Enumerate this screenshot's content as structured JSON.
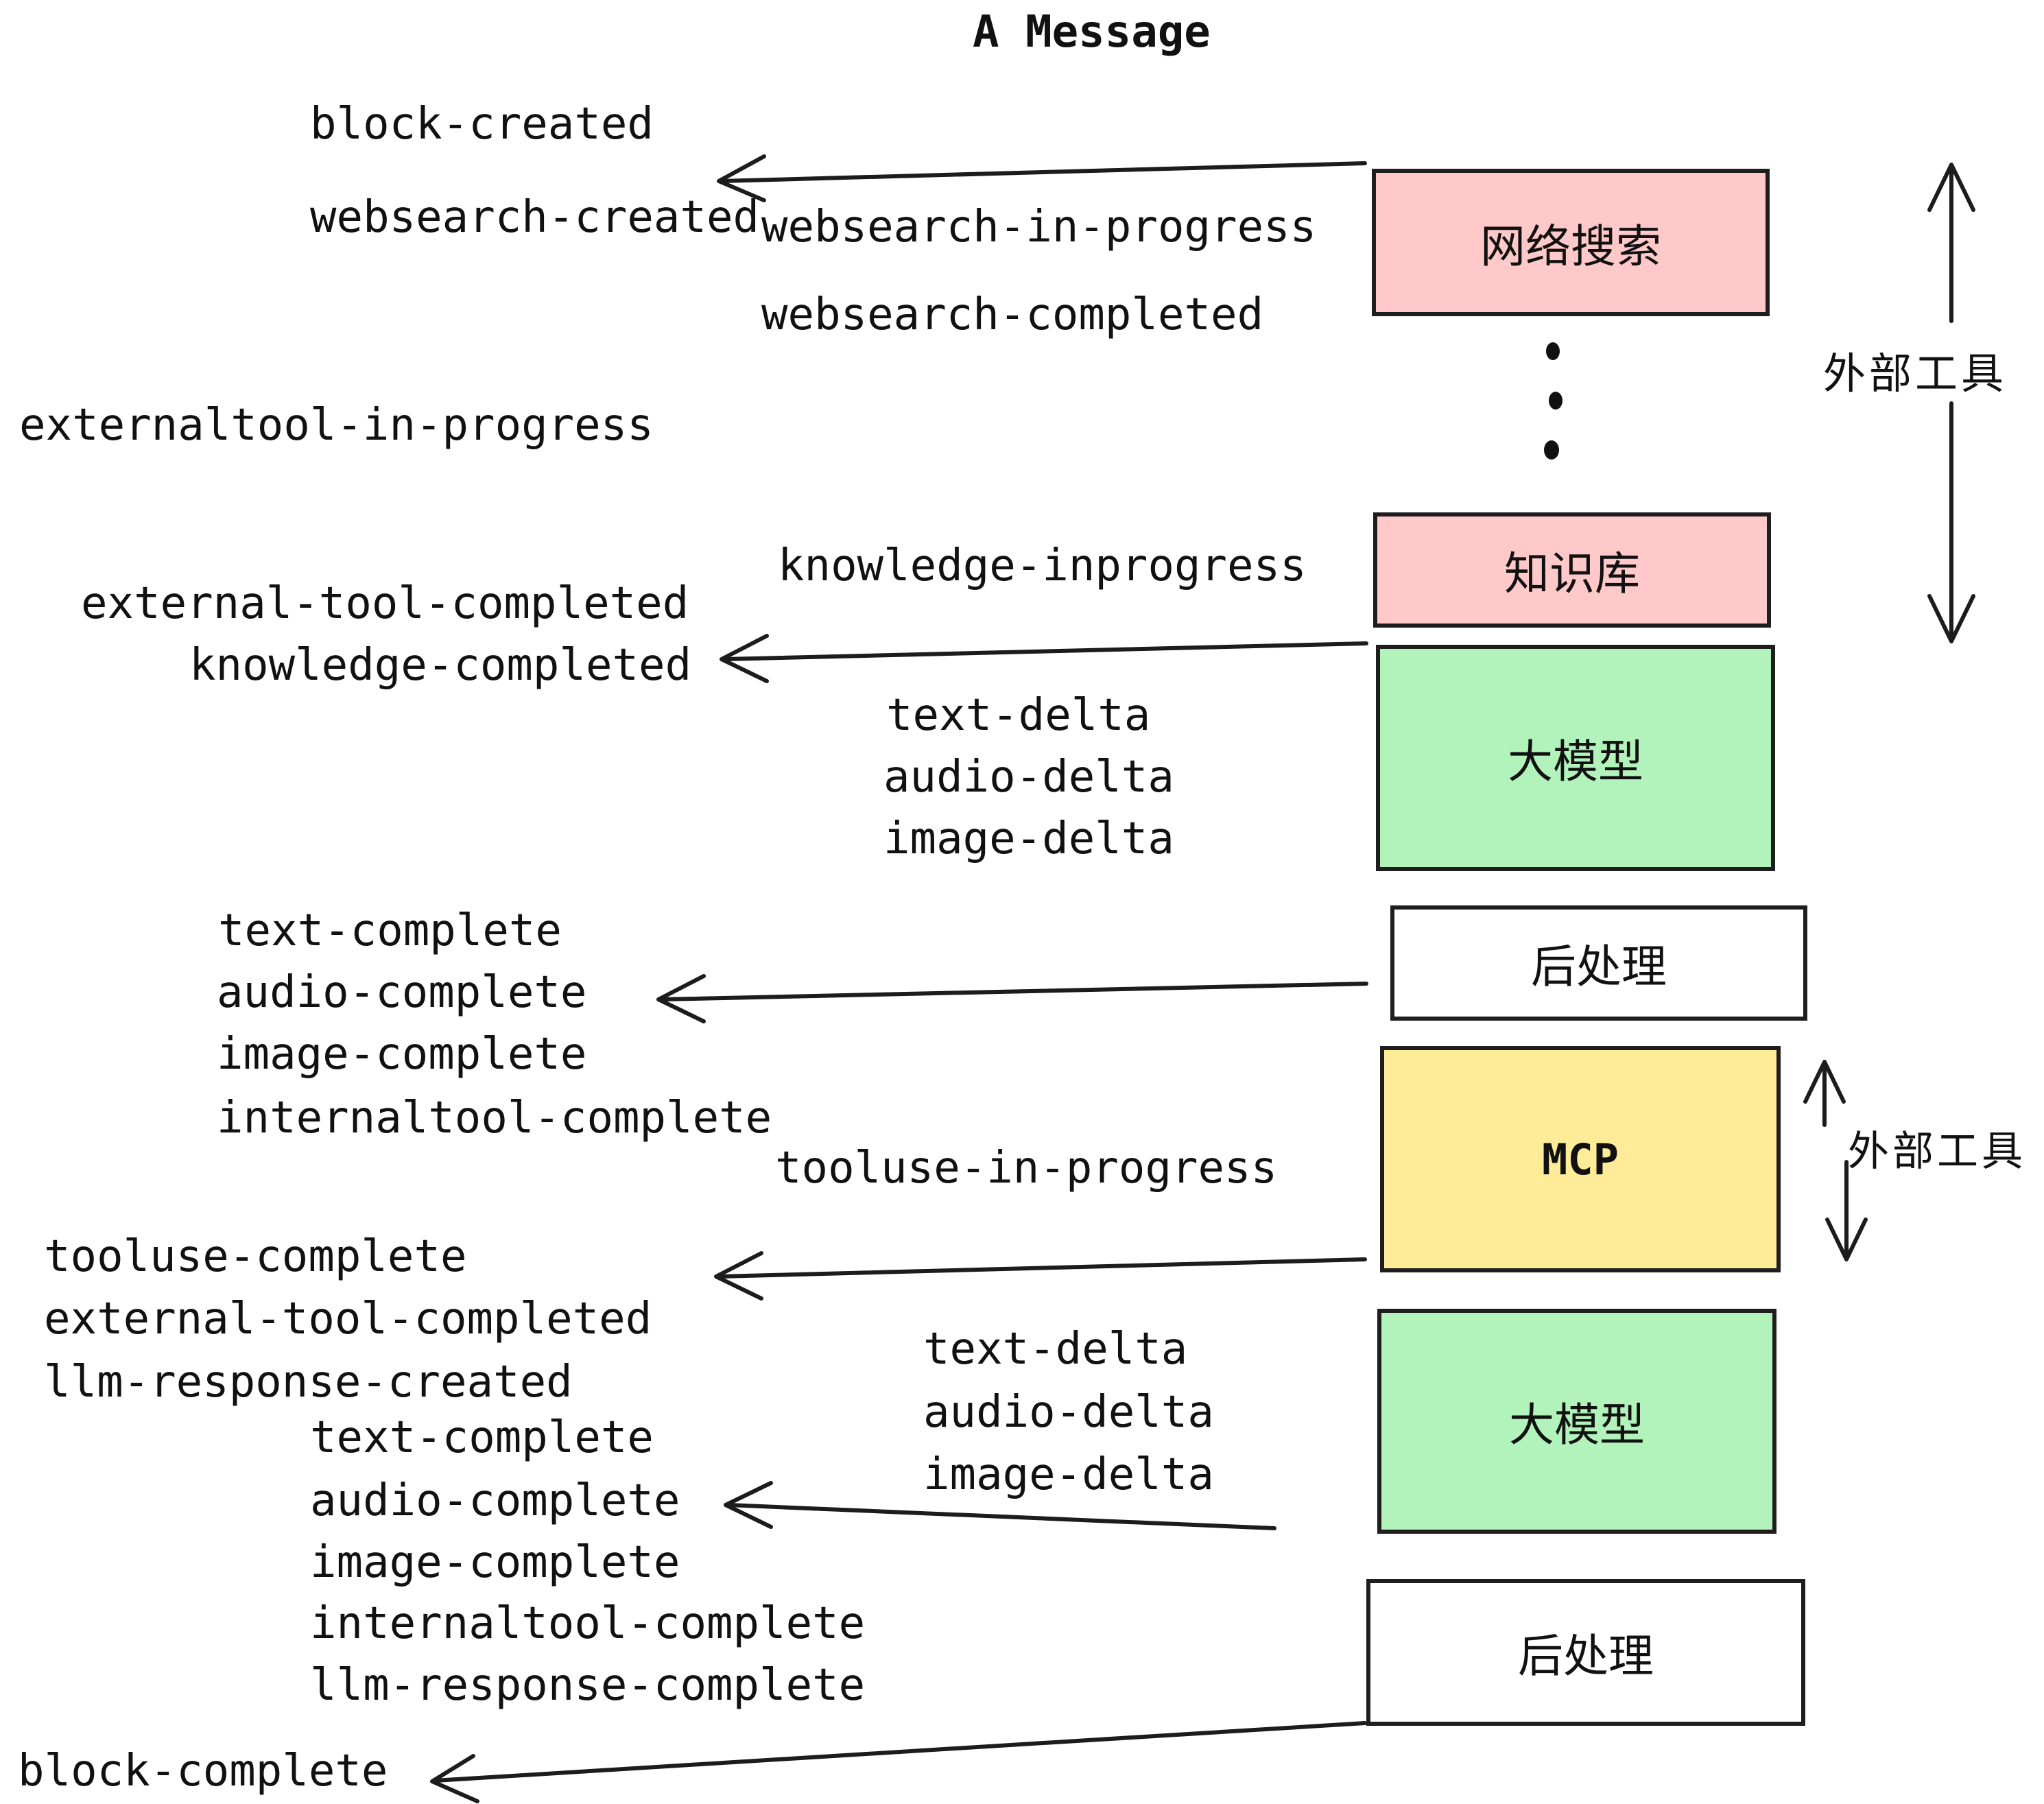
{
  "title": "A Message",
  "colors": {
    "box_pink": "#ffc9c9",
    "box_green": "#b2f2bb",
    "box_yellow": "#ffec99",
    "box_white": "#ffffff",
    "stroke": "#1e1e1e",
    "text": "#111111"
  },
  "boxes": {
    "websearch": {
      "label": "网络搜索"
    },
    "knowledge": {
      "label": "知识库"
    },
    "llm": {
      "label": "大模型"
    },
    "post": {
      "label": "后处理"
    },
    "mcp": {
      "label": "MCP"
    }
  },
  "side_labels": {
    "external_tools": "外部工具"
  },
  "events": {
    "block_created": "block-created",
    "websearch_created": "websearch-created",
    "websearch_in_progress": "websearch-in-progress",
    "websearch_completed": "websearch-completed",
    "externaltool_in_progress": "externaltool-in-progress",
    "knowledge_inprogress": "knowledge-inprogress",
    "external_tool_completed": "external-tool-completed",
    "knowledge_completed": "knowledge-completed",
    "text_delta": "text-delta",
    "audio_delta": "audio-delta",
    "image_delta": "image-delta",
    "text_complete": "text-complete",
    "audio_complete": "audio-complete",
    "image_complete": "image-complete",
    "internaltool_complete": "internaltool-complete",
    "tooluse_in_progress": "tooluse-in-progress",
    "tooluse_complete": "tooluse-complete",
    "llm_response_created": "llm-response-created",
    "llm_response_complete": "llm-response-complete",
    "block_complete": "block-complete"
  }
}
